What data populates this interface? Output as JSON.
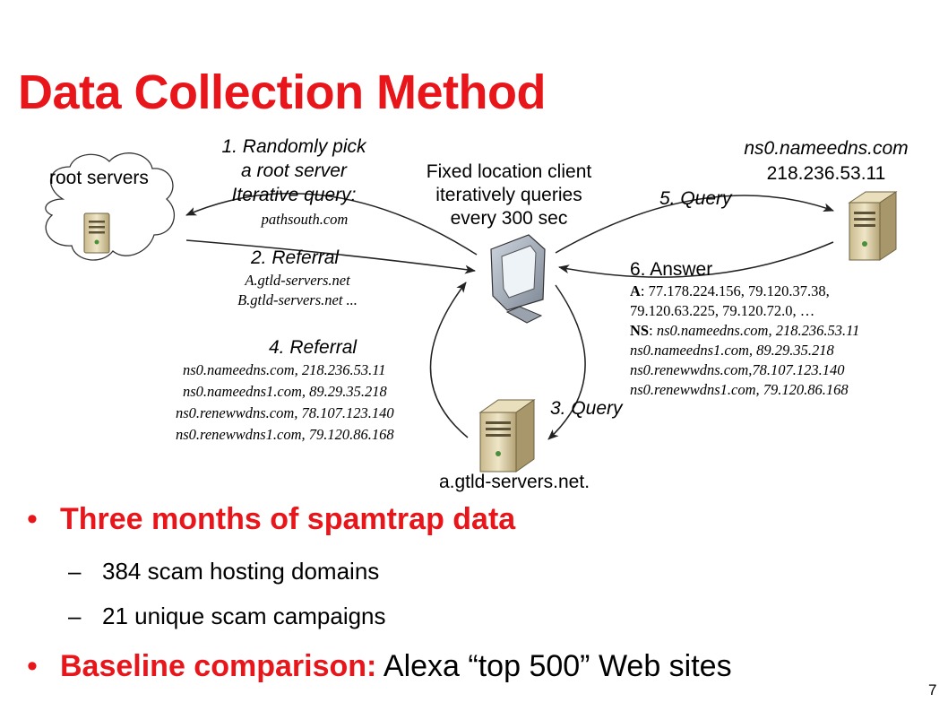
{
  "slide": {
    "title": "Data Collection Method",
    "page_number": "7"
  },
  "diagram": {
    "root_label": "root servers",
    "step1": [
      "1. Randomly pick",
      "a root server",
      "Iterative query:"
    ],
    "step1_domain": "pathsouth.com",
    "client": [
      "Fixed location client",
      "iteratively queries",
      "every 300 sec"
    ],
    "ns0": [
      "ns0.nameedns.com",
      "218.236.53.11"
    ],
    "step5": "5. Query",
    "step2": "2. Referral",
    "step2_servers": [
      "A.gtld-servers.net",
      "B.gtld-servers.net ..."
    ],
    "step6": "6. Answer",
    "answer": {
      "a_label": "A",
      "a_line1": ": 77.178.224.156, 79.120.37.38,",
      "a_line2": "79.120.63.225, 79.120.72.0,  …",
      "ns_label": "NS",
      "ns_line1": "ns0.nameedns.com, 218.236.53.11",
      "ns_lines": [
        "ns0.nameedns1.com, 89.29.35.218",
        "ns0.renewwdns.com,78.107.123.140",
        "ns0.renewwdns1.com, 79.120.86.168"
      ]
    },
    "step4": "4. Referral",
    "step4_lines": [
      "ns0.nameedns.com, 218.236.53.11",
      "ns0.nameedns1.com, 89.29.35.218",
      "ns0.renewwdns.com, 78.107.123.140",
      "ns0.renewwdns1.com, 79.120.86.168"
    ],
    "step3": "3. Query",
    "gtld_label": "a.gtld-servers.net."
  },
  "bullets": {
    "b1": "Three months of spamtrap data",
    "b1_sub": [
      "384 scam hosting domains",
      "21 unique scam campaigns"
    ],
    "b2_bold": "Baseline comparison:",
    "b2_rest": " Alexa “top 500” Web sites"
  }
}
